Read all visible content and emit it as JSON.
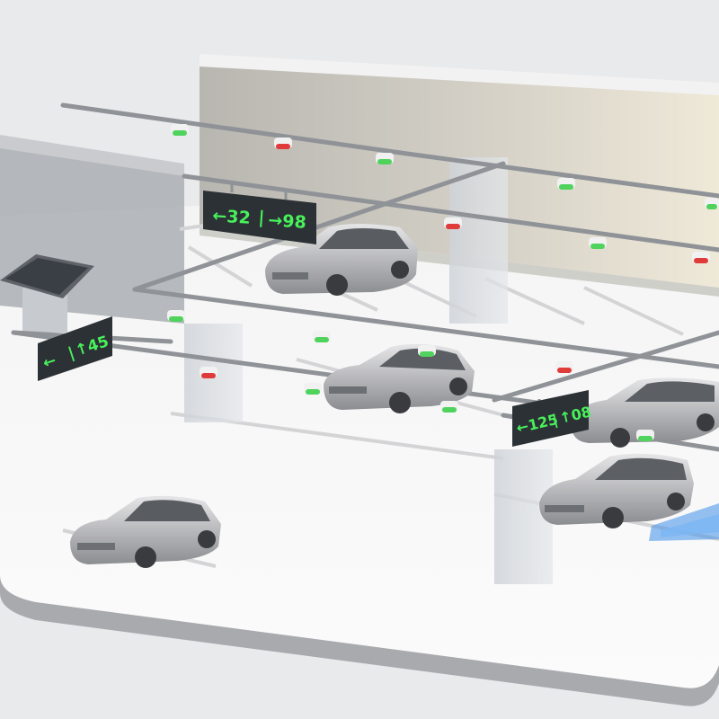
{
  "signs": [
    {
      "left_text": "←32",
      "right_text": "→98"
    },
    {
      "left_text": "←",
      "right_text": "↑45"
    },
    {
      "left_text": "←125",
      "right_text": "↑08"
    }
  ],
  "colors": {
    "indicator_free": "#4fd35c",
    "indicator_occupied": "#e03b3b",
    "sign_text": "#48f05a",
    "sign_panel": "#2c3136",
    "charging_bay": "#3f8fea"
  }
}
